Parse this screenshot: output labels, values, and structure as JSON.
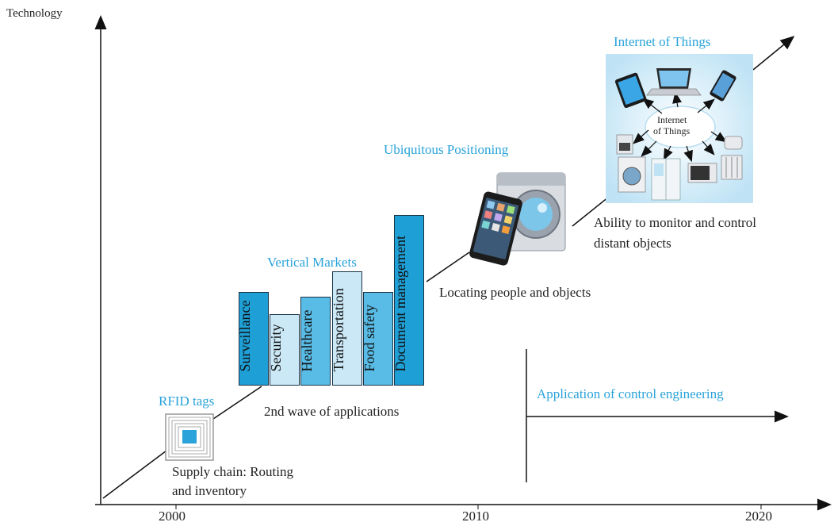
{
  "axes": {
    "y_label": "Technology",
    "x_ticks": [
      "2000",
      "2010",
      "2020"
    ]
  },
  "stages": {
    "rfid": {
      "title": "RFID tags",
      "caption_line1": "Supply chain: Routing",
      "caption_line2": "and inventory"
    },
    "vertical": {
      "title": "Vertical Markets",
      "caption": "2nd wave of applications"
    },
    "positioning": {
      "title": "Ubiquitous Positioning",
      "caption": "Locating people and objects"
    },
    "iot": {
      "title": "Internet of Things",
      "caption_line1": "Ability to monitor and control",
      "caption_line2": "distant objects",
      "cloud_line1": "Internet",
      "cloud_line2": "of Things"
    }
  },
  "bars": [
    {
      "label": "Surveillance",
      "value": 0.55,
      "shade": "dark"
    },
    {
      "label": "Security",
      "value": 0.42,
      "shade": "light"
    },
    {
      "label": "Healthcare",
      "value": 0.52,
      "shade": "mid"
    },
    {
      "label": "Transportation",
      "value": 0.67,
      "shade": "light"
    },
    {
      "label": "Food safety",
      "value": 0.55,
      "shade": "mid"
    },
    {
      "label": "Document management",
      "value": 1.0,
      "shade": "dark"
    }
  ],
  "control": {
    "label": "Application of control engineering"
  },
  "colors": {
    "accent": "#29a3d9",
    "bar_dark": "#1e9fd6",
    "bar_light": "#cbe8f7"
  }
}
